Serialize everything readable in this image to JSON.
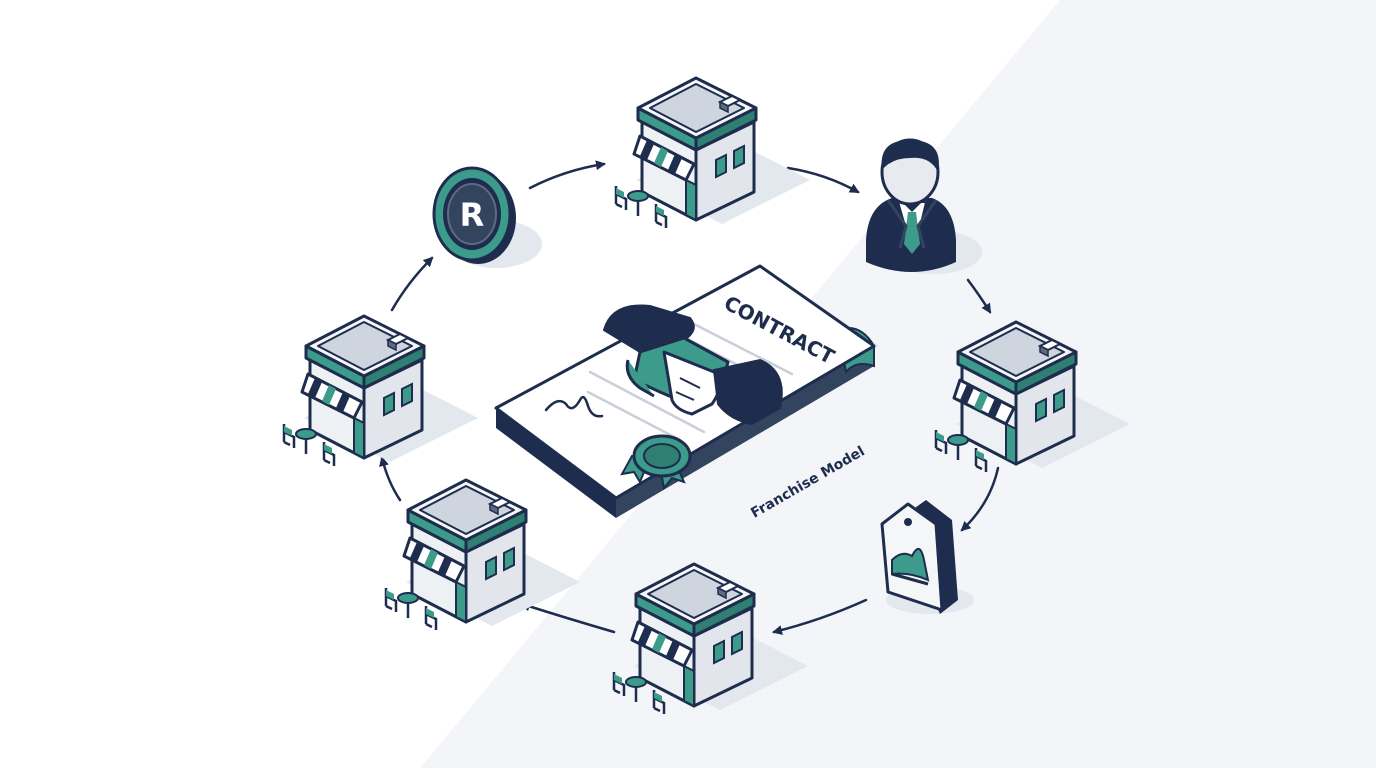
{
  "diagram": {
    "contract_title": "CONTRACT",
    "caption": "Franchise Model",
    "coin_letter": "R",
    "colors": {
      "navy": "#1e2d4e",
      "teal": "#3d9b8c",
      "slate": "#5e6a80",
      "light": "#e7eaef",
      "white": "#ffffff",
      "shadow": "#e3e7ee"
    },
    "nodes": [
      {
        "id": "store-top",
        "kind": "storefront"
      },
      {
        "id": "franchisee",
        "kind": "person"
      },
      {
        "id": "store-right",
        "kind": "storefront"
      },
      {
        "id": "brand-tag",
        "kind": "tag"
      },
      {
        "id": "store-bottom",
        "kind": "storefront"
      },
      {
        "id": "store-bottom-left",
        "kind": "storefront"
      },
      {
        "id": "store-left",
        "kind": "storefront"
      },
      {
        "id": "royalty-coin",
        "kind": "coin"
      }
    ]
  }
}
